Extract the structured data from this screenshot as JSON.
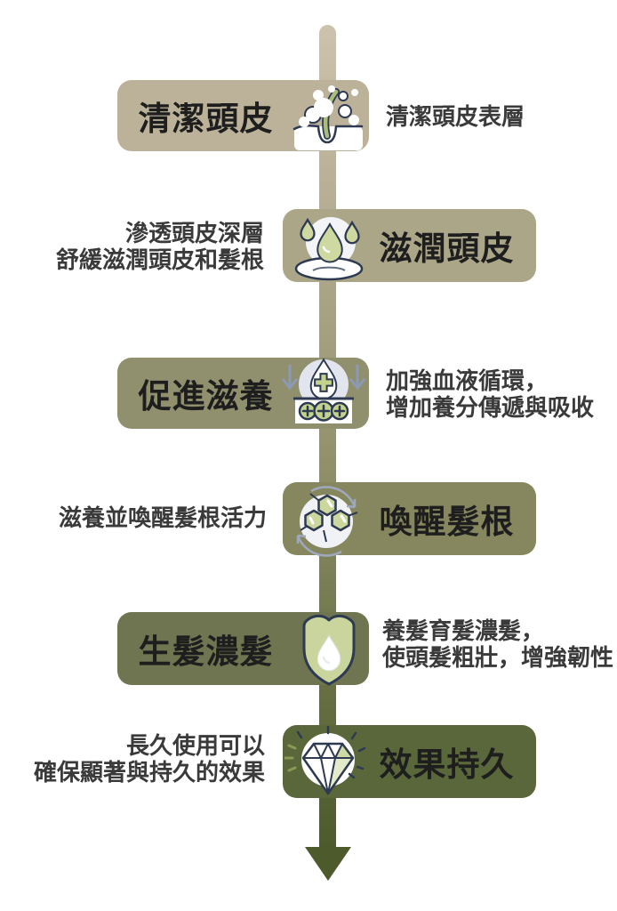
{
  "palette": {
    "background": "#ffffff",
    "title_text": "#1e1e1e",
    "note_text": "#3a3a3a",
    "outline_navy": "#2e3a52",
    "leaf_green": "#c9d59c"
  },
  "flow": {
    "arrow": {
      "direction": "down",
      "colors": [
        "#cdc3ad",
        "#b3ab90",
        "#96946f",
        "#6e7549",
        "#4c5a2c"
      ],
      "head_color": "#4c5a2c"
    },
    "steps": [
      {
        "title": "清潔頭皮",
        "box_color": "#bcb29a",
        "icon": "scalp-follicle-icon",
        "notes": [
          "清潔頭皮表層"
        ]
      },
      {
        "title": "滋潤頭皮",
        "box_color": "#aca689",
        "icon": "water-drops-ripple-icon",
        "notes": [
          "滲透頭皮深層",
          "舒緩滋潤頭皮和髮根"
        ]
      },
      {
        "title": "促進滋養",
        "box_color": "#90906e",
        "icon": "nutrient-absorption-icon",
        "notes": [
          "加強血液循環，",
          "增加養分傳遞與吸收"
        ]
      },
      {
        "title": "喚醒髮根",
        "box_color": "#87875f",
        "icon": "molecule-renewal-icon",
        "notes": [
          "滋養並喚醒髮根活力"
        ]
      },
      {
        "title": "生髮濃髮",
        "box_color": "#6f7550",
        "icon": "shield-droplet-icon",
        "notes": [
          "養髮育髮濃髮，",
          "使頭髮粗壯，增強韌性"
        ]
      },
      {
        "title": "效果持久",
        "box_color": "#5a673a",
        "icon": "diamond-shine-icon",
        "notes": [
          "長久使用可以",
          "確保顯著與持久的效果"
        ]
      }
    ]
  }
}
